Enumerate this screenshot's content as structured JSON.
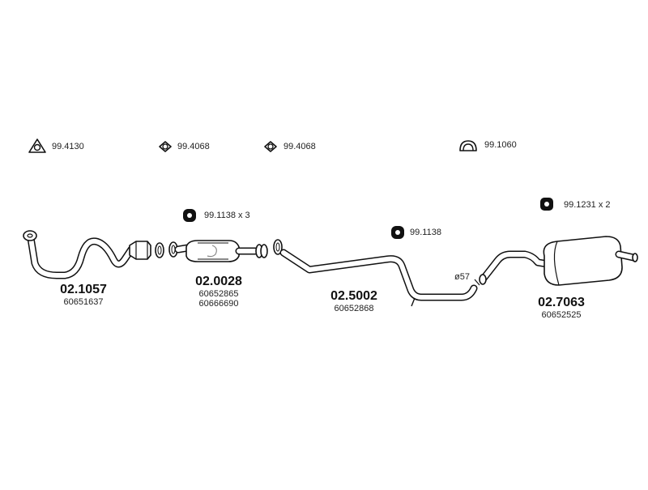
{
  "gaskets": [
    {
      "code": "99.4130"
    },
    {
      "code": "99.4068"
    },
    {
      "code": "99.4068"
    },
    {
      "code": "99.1060"
    }
  ],
  "clamps": [
    {
      "code": "99.1138 x 3"
    },
    {
      "code": "99.1138"
    },
    {
      "code": "99.1231 x 2"
    }
  ],
  "parts": [
    {
      "number": "02.1057",
      "refs": [
        "60651637"
      ]
    },
    {
      "number": "02.0028",
      "refs": [
        "60652865",
        "60666690"
      ]
    },
    {
      "number": "02.5002",
      "refs": [
        "60652868"
      ]
    },
    {
      "number": "02.7063",
      "refs": [
        "60652525"
      ]
    }
  ],
  "annotations": {
    "diameter": "ø57"
  }
}
